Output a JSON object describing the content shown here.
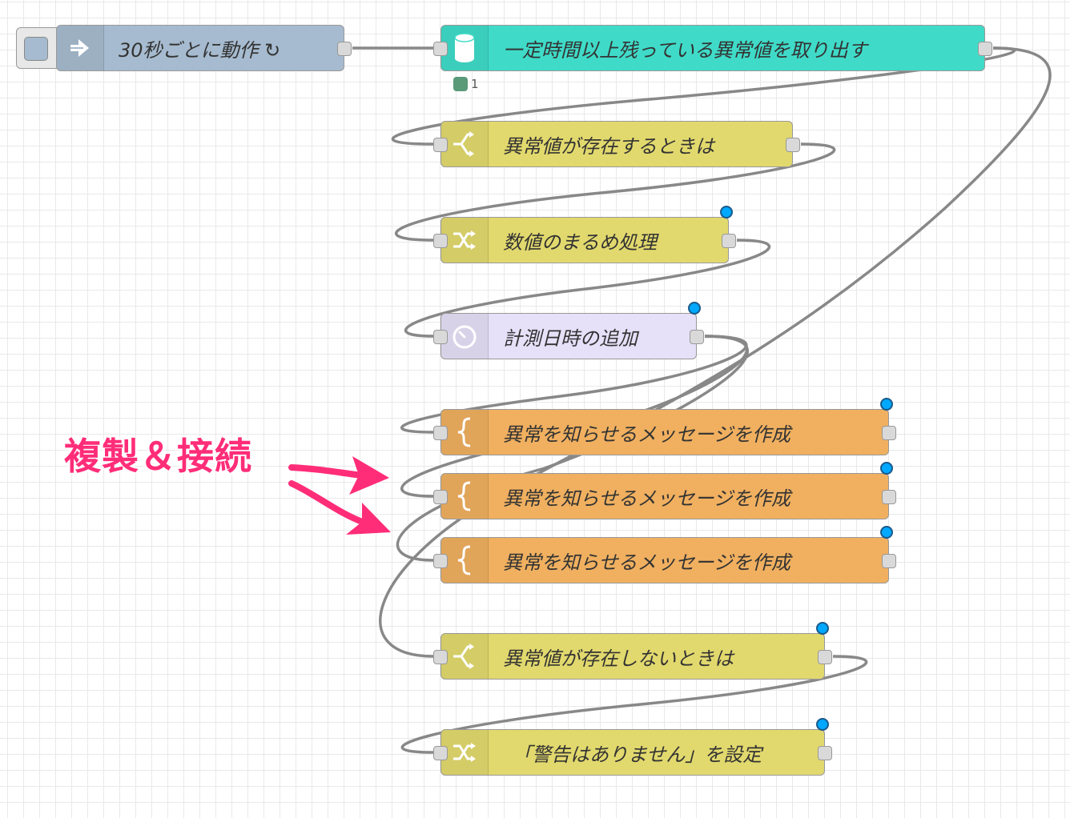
{
  "flow": {
    "nodes": [
      {
        "id": "inject",
        "label": "30秒ごとに動作 ↻",
        "type": "inject",
        "icon": "arrow-in-icon",
        "color": "#a6bbcf"
      },
      {
        "id": "query",
        "label": "一定時間以上残っている異常値を取り出す",
        "type": "database",
        "icon": "database-icon",
        "color": "#3fdbc8",
        "status_text": "1",
        "status_color": "#5a9a78"
      },
      {
        "id": "switch1",
        "label": "異常値が存在するときは",
        "type": "switch",
        "icon": "switch-icon",
        "color": "#e2d96e"
      },
      {
        "id": "change1",
        "label": "数値のまるめ処理",
        "type": "change",
        "icon": "shuffle-icon",
        "color": "#e2d96e",
        "changed": true
      },
      {
        "id": "timestamp",
        "label": "計測日時の追加",
        "type": "function",
        "icon": "timer-icon",
        "color": "#e6e0f8",
        "changed": true
      },
      {
        "id": "template1",
        "label": "異常を知らせるメッセージを作成",
        "type": "template",
        "icon": "curly-brace-icon",
        "color": "#f0b060",
        "changed": true
      },
      {
        "id": "template2",
        "label": "異常を知らせるメッセージを作成",
        "type": "template",
        "icon": "curly-brace-icon",
        "color": "#f0b060",
        "changed": true
      },
      {
        "id": "template3",
        "label": "異常を知らせるメッセージを作成",
        "type": "template",
        "icon": "curly-brace-icon",
        "color": "#f0b060",
        "changed": true
      },
      {
        "id": "switch2",
        "label": "異常値が存在しないときは",
        "type": "switch",
        "icon": "switch-icon",
        "color": "#e2d96e",
        "changed": true
      },
      {
        "id": "change2",
        "label": "「警告はありません」を設定",
        "type": "change",
        "icon": "shuffle-icon",
        "color": "#e2d96e",
        "changed": true
      }
    ]
  },
  "annotation": {
    "text": "複製＆接続",
    "color": "#ff2d78"
  }
}
